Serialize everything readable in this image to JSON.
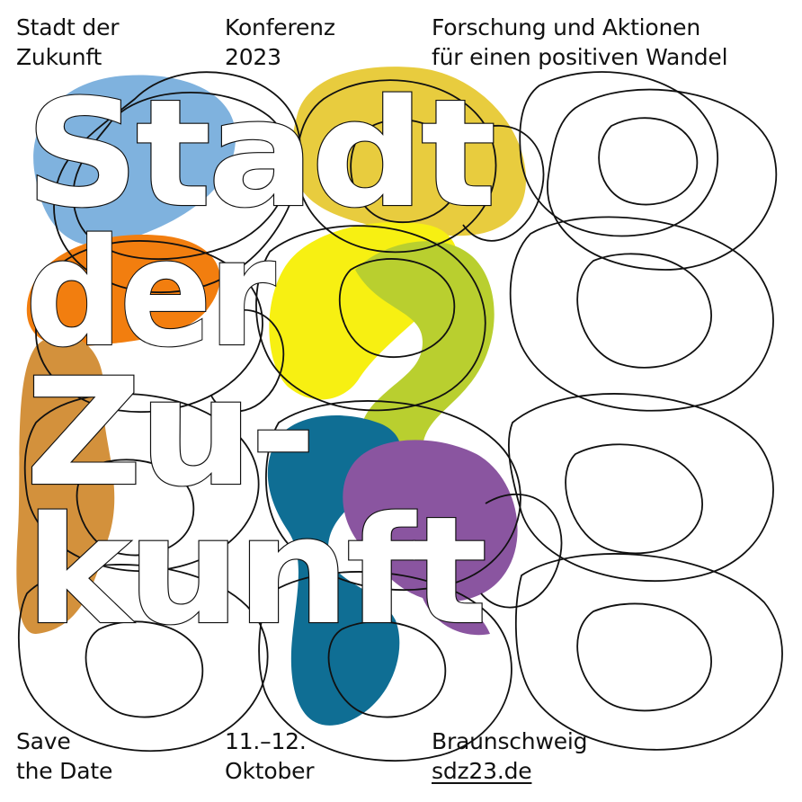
{
  "top": {
    "event_name": [
      "Stadt der",
      "Zukunft"
    ],
    "event_type": [
      "Konferenz",
      "2023"
    ],
    "tagline": [
      "Forschung und Aktionen",
      "für einen positiven Wandel"
    ]
  },
  "bottom": {
    "note": [
      "Save",
      "the Date"
    ],
    "dates": [
      "11.–12.",
      "Oktober"
    ],
    "city": "Braunschweig",
    "website": "sdz23.de"
  },
  "big_title": [
    "Stadt",
    "der",
    "Zu-",
    "kunft"
  ],
  "colors": {
    "background": "#ffffff",
    "ink": "#111111",
    "blue": "#7fb2de",
    "gold": "#e8cc3e",
    "orange": "#f27e0f",
    "ochre": "#d3913c",
    "yellow": "#f7f012",
    "lime": "#b9cf2f",
    "petrol": "#0f6e94",
    "purple": "#8a55a0"
  }
}
